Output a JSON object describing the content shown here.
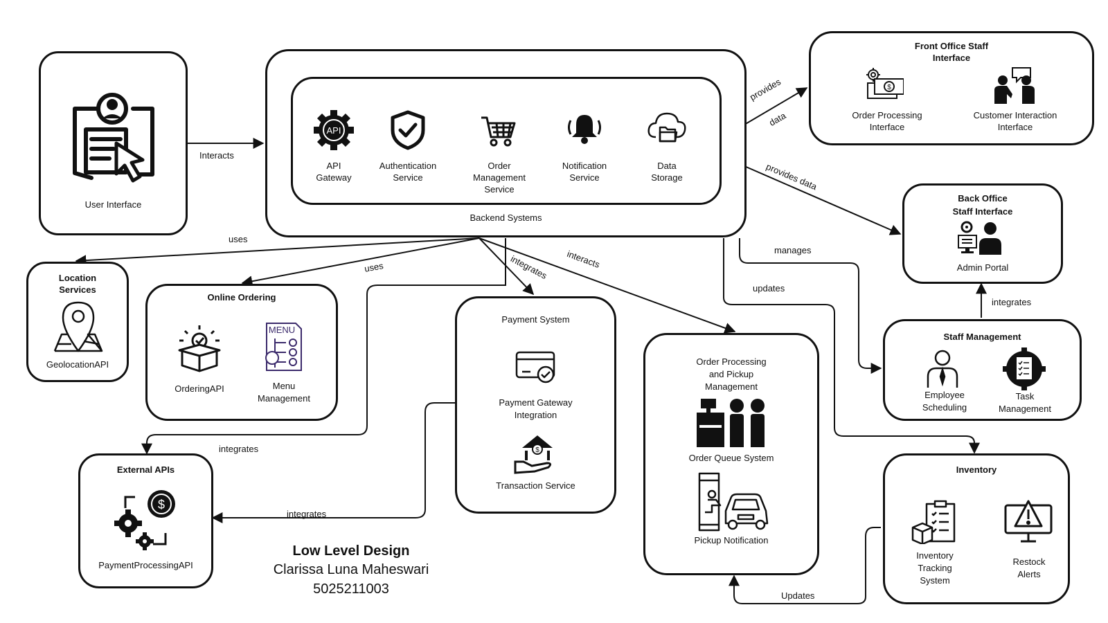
{
  "user_interface": {
    "label": "User Interface"
  },
  "backend": {
    "label": "Backend Systems",
    "services": [
      {
        "l1": "API",
        "l2": "Gateway",
        "l3": "",
        "icon_text": "API"
      },
      {
        "l1": "Authentication",
        "l2": "Service",
        "l3": ""
      },
      {
        "l1": "Order",
        "l2": "Management",
        "l3": "Service"
      },
      {
        "l1": "Notification",
        "l2": "Service",
        "l3": ""
      },
      {
        "l1": "Data",
        "l2": "Storage",
        "l3": ""
      }
    ]
  },
  "front_office": {
    "title_l1": "Front Office Staff",
    "title_l2": "Interface",
    "items": [
      {
        "l1": "Order Processing",
        "l2": "Interface"
      },
      {
        "l1": "Customer Interaction",
        "l2": "Interface"
      }
    ]
  },
  "back_office": {
    "title_l1": "Back Office",
    "title_l2": "Staff Interface",
    "item": "Admin Portal"
  },
  "location": {
    "title_l1": "Location",
    "title_l2": "Services",
    "item": "GeolocationAPI"
  },
  "online_ordering": {
    "title": "Online Ordering",
    "items": [
      {
        "l1": "OrderingAPI",
        "l2": ""
      },
      {
        "l1": "Menu",
        "l2": "Management"
      }
    ],
    "menu_icon_text": "MENU"
  },
  "payment": {
    "title": "Payment System",
    "items": [
      {
        "l1": "Payment Gateway",
        "l2": "Integration"
      },
      {
        "l1": "Transaction Service",
        "l2": ""
      }
    ]
  },
  "order_pickup": {
    "title_l1": "Order Processing",
    "title_l2": "and Pickup",
    "title_l3": "Management",
    "items": [
      "Order Queue System",
      "Pickup Notification"
    ]
  },
  "staff": {
    "title": "Staff Management",
    "items": [
      {
        "l1": "Employee",
        "l2": "Scheduling"
      },
      {
        "l1": "Task",
        "l2": "Management"
      }
    ]
  },
  "inventory": {
    "title": "Inventory",
    "items": [
      {
        "l1": "Inventory",
        "l2": "Tracking",
        "l3": "System"
      },
      {
        "l1": "Restock",
        "l2": "Alerts",
        "l3": ""
      }
    ]
  },
  "external": {
    "title": "External APIs",
    "item": "PaymentProcessingAPI"
  },
  "edges": {
    "interacts1": "Interacts",
    "provides": "provides",
    "data": "data",
    "provides_data": "provides data",
    "uses1": "uses",
    "uses2": "uses",
    "integrates1": "integrates",
    "interacts2": "interacts",
    "manages": "manages",
    "updates1": "updates",
    "integrates2": "integrates",
    "integrates3": "integrates",
    "integrates4": "integrates",
    "updates2": "Updates"
  },
  "footer": {
    "title": "Low Level Design",
    "name": "Clarissa Luna Maheswari",
    "id": "5025211003"
  }
}
